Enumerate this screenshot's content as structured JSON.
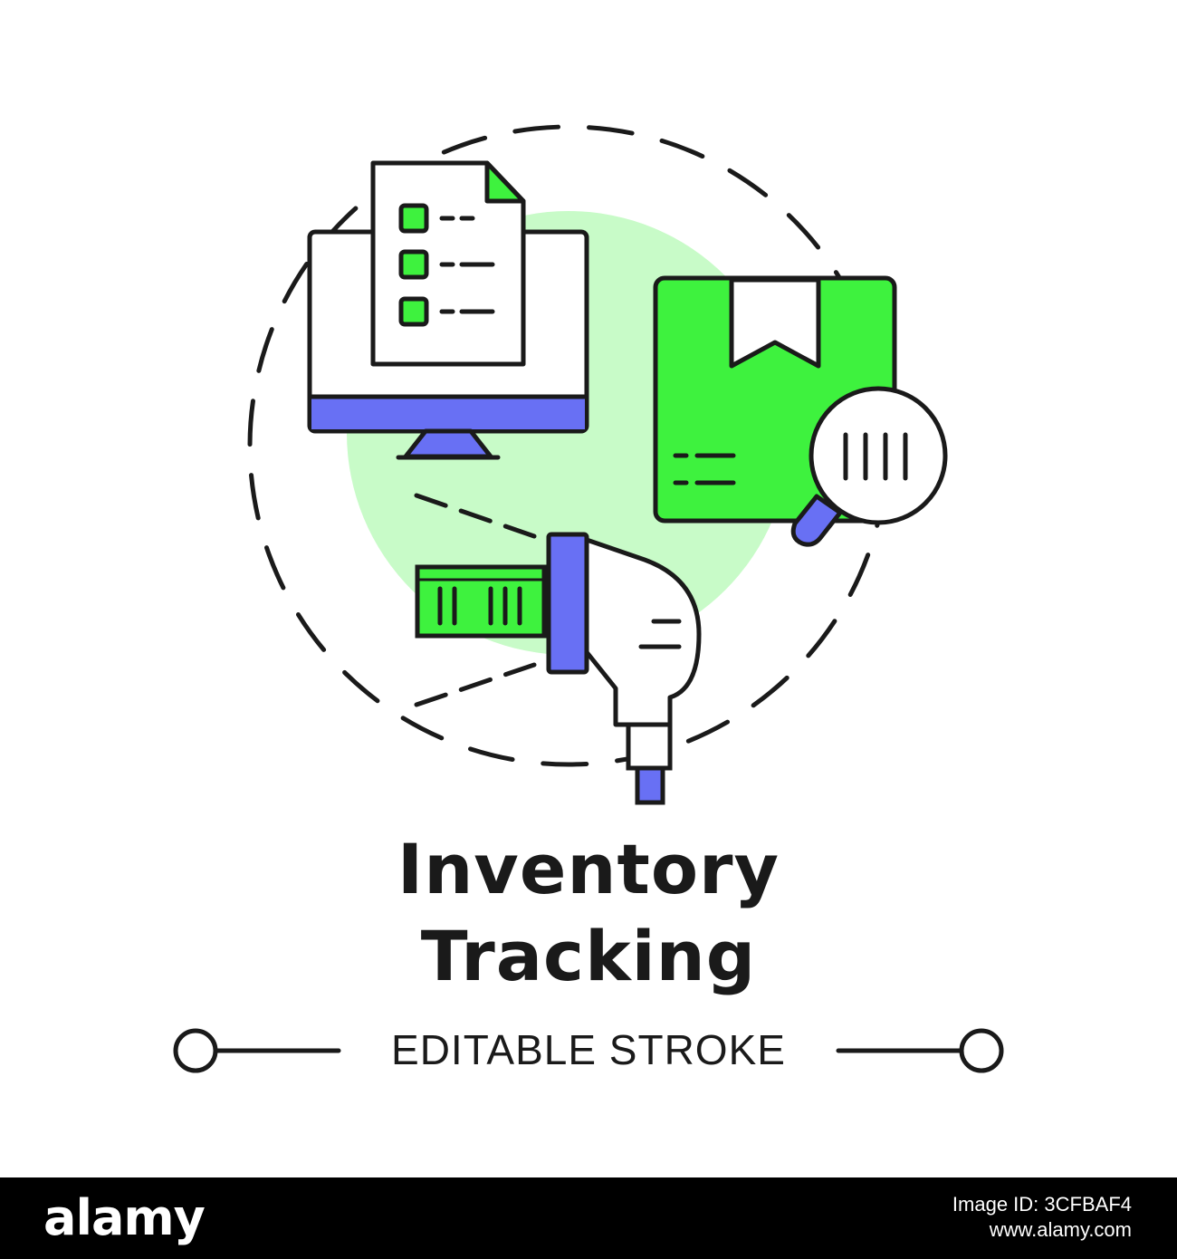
{
  "title": {
    "line1": "Inventory",
    "line2": "Tracking"
  },
  "subtitle": "EDITABLE STROKE",
  "watermark": {
    "logo": "alamy",
    "image_id": "Image ID: 3CFBAF4",
    "url": "www.alamy.com"
  },
  "icons": [
    "computer-monitor-icon",
    "checklist-document-icon",
    "package-box-icon",
    "magnifier-barcode-icon",
    "barcode-scanner-icon"
  ],
  "colors": {
    "green": "#3ef23e",
    "light_green": "#c8fbc8",
    "blue": "#6870f4",
    "outline": "#1a1a1a"
  }
}
